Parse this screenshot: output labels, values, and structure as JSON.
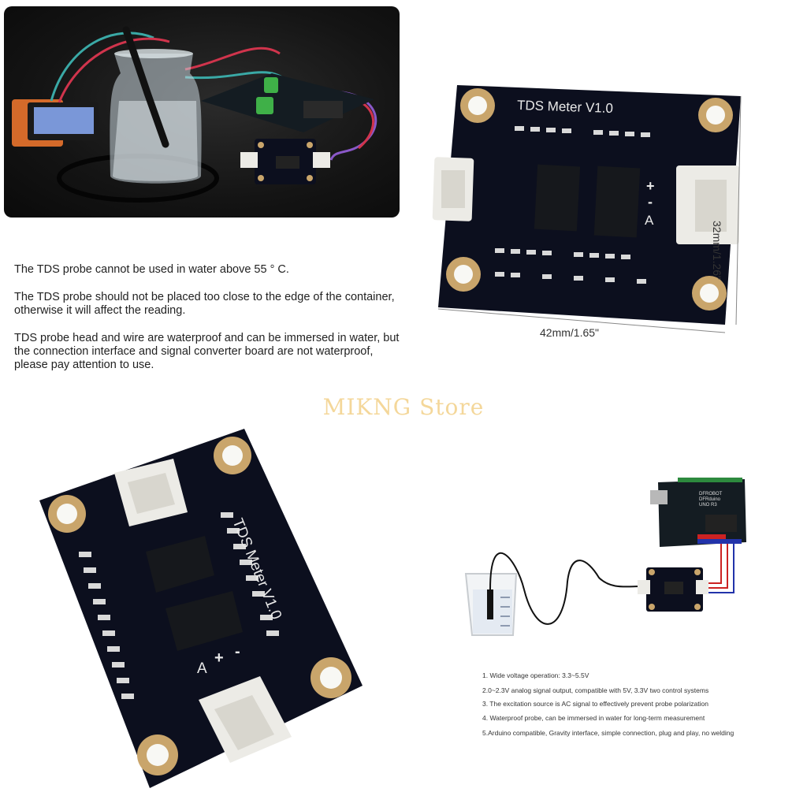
{
  "notes": [
    "The TDS probe cannot be used in water above 55 ° C.",
    "The TDS probe should not be placed too close to the edge of the container, otherwise it will affect the reading.",
    "TDS probe head and wire are waterproof and can be immersed in water, but the connection interface and signal converter board are not waterproof, please pay attention to use."
  ],
  "board": {
    "title": "TDS Meter V1.0",
    "width_label": "42mm/1.65\"",
    "height_label": "32mm/1.26\"",
    "pins": [
      "+",
      "-",
      "A"
    ]
  },
  "watermark": "MIKNG Store",
  "arduino": {
    "brand": "DFROBOT",
    "model": "DFRduino",
    "sub": "UNO R3"
  },
  "features": [
    "1. Wide voltage operation: 3.3~5.5V",
    "2.0~2.3V analog signal output, compatible with 5V, 3.3V two control systems",
    "3. The excitation source is AC signal to effectively prevent probe polarization",
    "4. Waterproof probe, can be immersed in water for long-term measurement",
    "5.Arduino compatible, Gravity interface, simple connection, plug and play, no welding"
  ],
  "colors": {
    "pcb": "#0c0f1e",
    "pad": "#c9a56b",
    "connector": "#ecebe6",
    "watermark": "#f4d79a",
    "wire_red": "#cc2222",
    "wire_blue": "#2233aa",
    "arduino_green": "#2d8a3e"
  }
}
